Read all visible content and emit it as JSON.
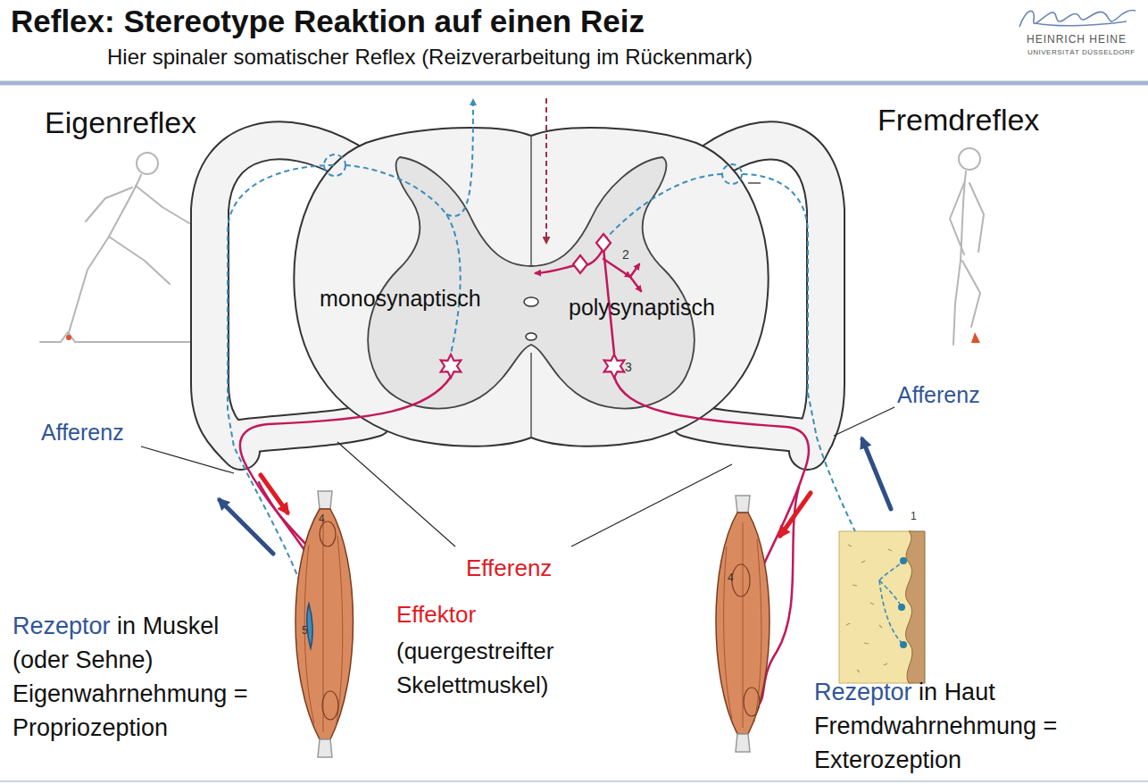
{
  "diagram": {
    "title": "Reflex: Stereotype Reaktion auf einen Reiz",
    "labels": [
      "Hier spinaler somatischer Reflex (Reizverarbeitung im Rückenmark)",
      "HEINRICH HEINE",
      "UNIVERSITÄT DÜSSELDORF",
      "Eigenreflex",
      "Fremdreflex",
      "2",
      "monosynaptisch",
      "polysynaptisch",
      "3",
      "Afferenz",
      "Afferenz",
      "4",
      "4",
      "5",
      "1",
      "Efferenz",
      "Effektor",
      "(quergestreifter Skelettmuskel)",
      "Rezeptor",
      "in Muskel (oder Sehne) Eigenwahrnehmung = Propriozeption",
      "Rezeptor",
      "in Haut Fremdwahrnehmung = Exterozeption"
    ]
  }
}
